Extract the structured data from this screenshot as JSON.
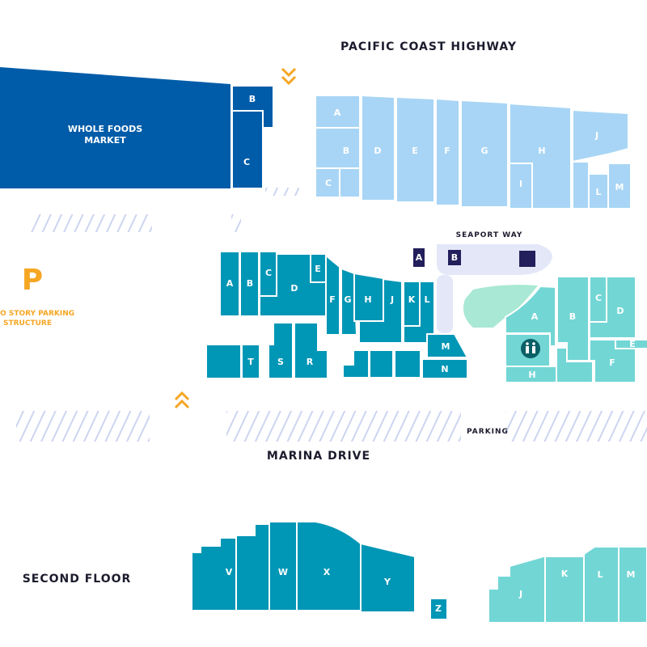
{
  "roads": {
    "north": "PACIFIC COAST HIGHWAY",
    "south": "MARINA DRIVE",
    "seaport": "SEAPORT WAY",
    "parking": "PARKING"
  },
  "parking_structure": {
    "icon": "P",
    "line1": "TWO STORY PARKING",
    "line2": "STRUCTURE"
  },
  "second_floor_label": "SECOND FLOOR",
  "colors": {
    "whole_foods": "#005ca8",
    "north_block": "#a8d5f5",
    "middle_block": "#0096b5",
    "east_block": "#72d6d5",
    "park": "#a8e8d4",
    "marker": "#231f5c",
    "accent": "#f5a623",
    "plaza": "#e3e7f8"
  },
  "whole_foods": {
    "line1": "WHOLE FOODS",
    "line2": "MARKET",
    "b": "B",
    "c": "C"
  },
  "north": [
    "A",
    "B",
    "C",
    "D",
    "E",
    "F",
    "G",
    "H",
    "I",
    "J",
    "L",
    "M"
  ],
  "middle": [
    "A",
    "B",
    "C",
    "D",
    "E",
    "F",
    "G",
    "H",
    "J",
    "K",
    "L",
    "M",
    "N",
    "S",
    "R",
    "T"
  ],
  "markers": [
    "A",
    "B"
  ],
  "east": [
    "A",
    "B",
    "C",
    "D",
    "E",
    "F",
    "H"
  ],
  "second_floor": [
    "V",
    "W",
    "X",
    "Y",
    "Z",
    "J",
    "K",
    "L",
    "M"
  ]
}
